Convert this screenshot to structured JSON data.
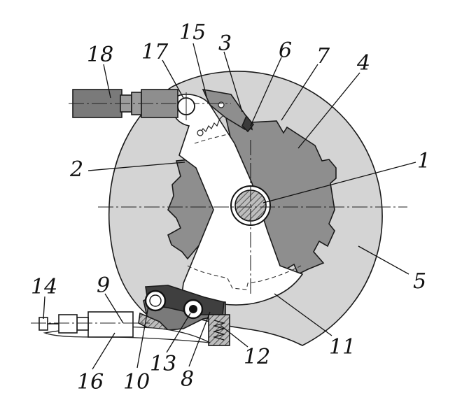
{
  "diagram": {
    "callouts": [
      {
        "key": "c1",
        "text": "1"
      },
      {
        "key": "c2",
        "text": "2"
      },
      {
        "key": "c3",
        "text": "3"
      },
      {
        "key": "c4",
        "text": "4"
      },
      {
        "key": "c5",
        "text": "5"
      },
      {
        "key": "c6",
        "text": "6"
      },
      {
        "key": "c7",
        "text": "7"
      },
      {
        "key": "c8",
        "text": "8"
      },
      {
        "key": "c9",
        "text": "9"
      },
      {
        "key": "c10",
        "text": "10"
      },
      {
        "key": "c11",
        "text": "11"
      },
      {
        "key": "c12",
        "text": "12"
      },
      {
        "key": "c13",
        "text": "13"
      },
      {
        "key": "c14",
        "text": "14"
      },
      {
        "key": "c15",
        "text": "15"
      },
      {
        "key": "c16",
        "text": "16"
      },
      {
        "key": "c17",
        "text": "17"
      },
      {
        "key": "c18",
        "text": "18"
      }
    ],
    "colors": {
      "disc_light": "#d4d4d4",
      "cam_dark": "#8e8e8e",
      "lever_white": "#ffffff",
      "rod_dark": "#7a7a7a",
      "shaft_hatch": "#9a9a9a",
      "ink": "#1a1a1a"
    }
  }
}
